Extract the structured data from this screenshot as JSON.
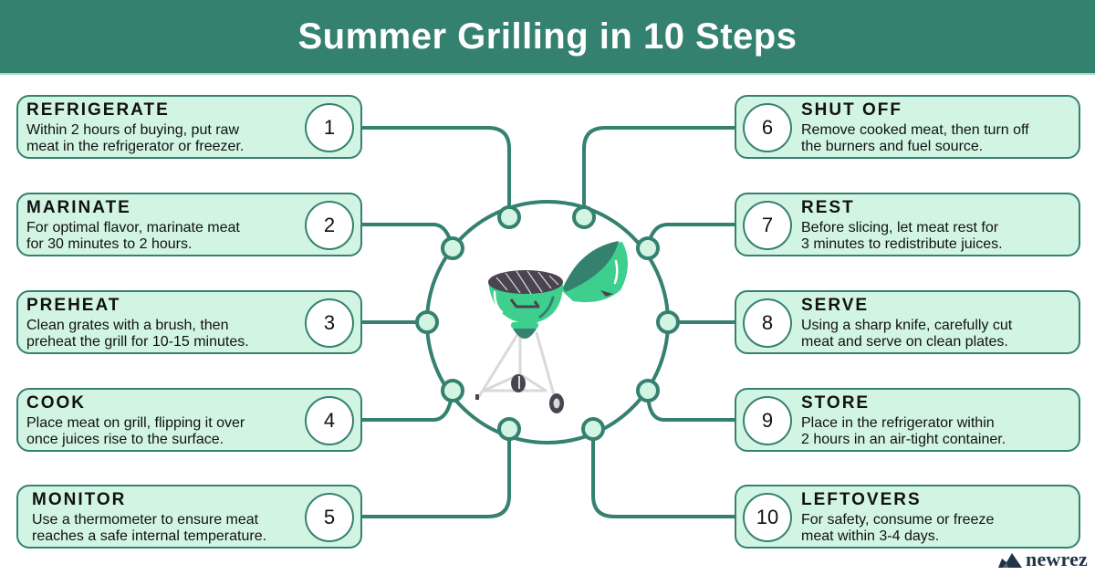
{
  "header": {
    "title": "Summer Grilling in 10 Steps"
  },
  "steps": [
    {
      "number": "1",
      "title": "REFRIGERATE",
      "line1": "Within 2 hours of buying, put raw",
      "line2": "meat in the refrigerator or freezer."
    },
    {
      "number": "2",
      "title": "MARINATE",
      "line1": "For optimal flavor, marinate meat",
      "line2": "for 30 minutes to 2 hours."
    },
    {
      "number": "3",
      "title": "PREHEAT",
      "line1": "Clean grates with a brush, then",
      "line2": "preheat the grill for 10-15 minutes."
    },
    {
      "number": "4",
      "title": "COOK",
      "line1": "Place meat on grill, flipping it over",
      "line2": "once juices rise to the surface."
    },
    {
      "number": "5",
      "title": "MONITOR",
      "line1": "Use a thermometer to ensure meat",
      "line2": "reaches a safe internal temperature."
    },
    {
      "number": "6",
      "title": "SHUT OFF",
      "line1": "Remove cooked meat, then turn off",
      "line2": "the burners and fuel source."
    },
    {
      "number": "7",
      "title": "REST",
      "line1": "Before slicing, let meat rest for",
      "line2": "3 minutes to redistribute juices."
    },
    {
      "number": "8",
      "title": "SERVE",
      "line1": "Using a sharp knife, carefully cut",
      "line2": "meat and serve on clean plates."
    },
    {
      "number": "9",
      "title": "STORE",
      "line1": "Place in the refrigerator within",
      "line2": "2 hours in an air-tight container."
    },
    {
      "number": "10",
      "title": "LEFTOVERS",
      "line1": "For safety, consume or freeze",
      "line2": "meat within 3-4 days."
    }
  ],
  "center": {
    "icon": "grill-icon"
  },
  "logo": {
    "text": "newrez",
    "mark": "newrez-logo-mark"
  },
  "colors": {
    "primary": "#358170",
    "card_fill": "#d2f5e3",
    "grill_green": "#3ecf8e",
    "grill_dark": "#4a4350"
  }
}
